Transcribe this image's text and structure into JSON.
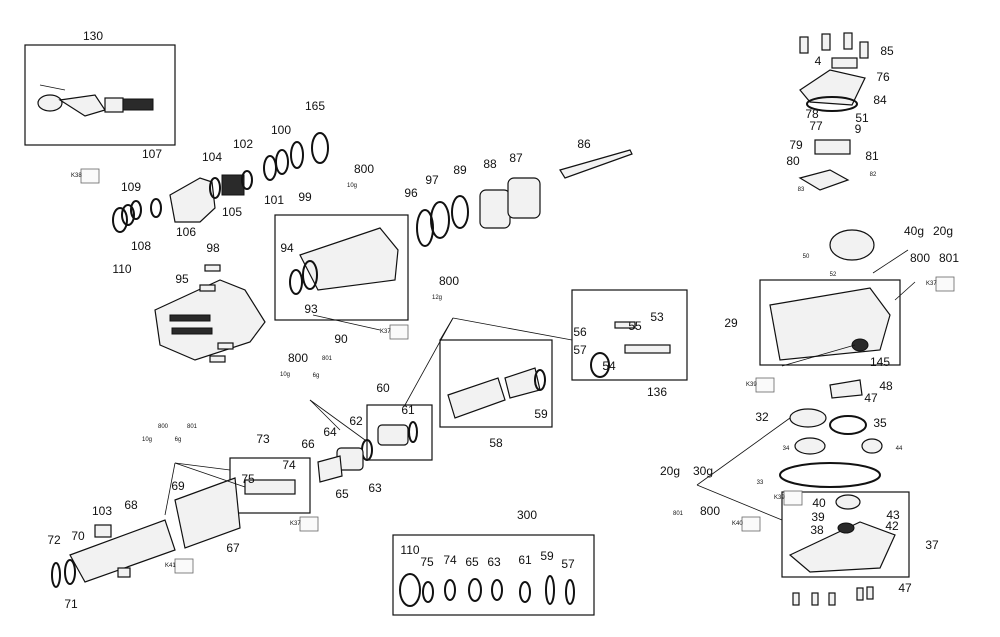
{
  "diagram": {
    "part_numbers": [
      "130",
      "107",
      "104",
      "102",
      "100",
      "165",
      "109",
      "108",
      "110",
      "106",
      "105",
      "101",
      "99",
      "800",
      "10g",
      "96",
      "97",
      "89",
      "88",
      "87",
      "86",
      "98",
      "94",
      "93",
      "95",
      "90",
      "800",
      "12g",
      "56",
      "55",
      "53",
      "57",
      "54",
      "136",
      "58",
      "59",
      "60",
      "61",
      "800",
      "801",
      "10g",
      "6g",
      "62",
      "66",
      "64",
      "63",
      "65",
      "73",
      "74",
      "75",
      "800",
      "801",
      "10g",
      "6g",
      "69",
      "68",
      "67",
      "103",
      "70",
      "72",
      "71",
      "300",
      "110",
      "75",
      "74",
      "65",
      "63",
      "61",
      "59",
      "57",
      "85",
      "4",
      "76",
      "84",
      "78",
      "51",
      "77",
      "9",
      "79",
      "81",
      "80",
      "82",
      "83",
      "50",
      "52",
      "800",
      "801",
      "40g",
      "20g",
      "29",
      "145",
      "48",
      "47",
      "32",
      "35",
      "34",
      "44",
      "33",
      "801",
      "800",
      "20g",
      "30g",
      "40",
      "39",
      "43",
      "38",
      "42",
      "37",
      "47"
    ],
    "tool_tags": [
      "K38",
      "K37",
      "K37",
      "K39",
      "K39",
      "K40",
      "K41",
      "K37"
    ]
  }
}
